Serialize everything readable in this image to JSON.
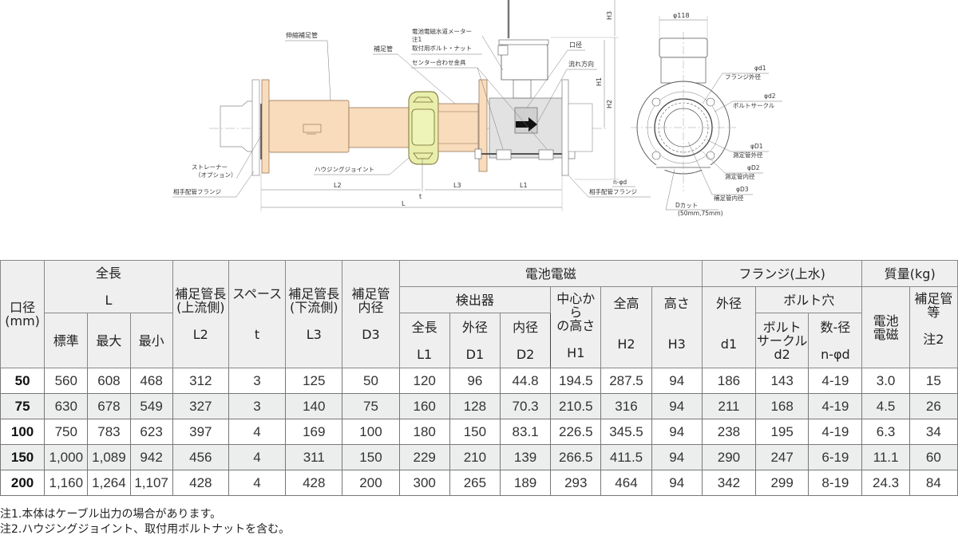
{
  "drawing": {
    "labels": {
      "expansion_pipe": "伸縮補足管",
      "supplement_pipe": "補足管",
      "meter": "電池電磁水道メーター",
      "note1": "注1",
      "bolt_nut": "取付用ボルト・ナット",
      "center_fitting": "センター合わせ金具",
      "bore": "口径",
      "flow_direction": "流れ方向",
      "strainer": "ストレーナー",
      "strainer_option": "（オプション）",
      "mating_flange_left": "相手配管フランジ",
      "housing_joint": "ハウジングジョイント",
      "mating_flange_right": "相手配管フランジ",
      "n_phi_d": "n-φd",
      "phi118": "φ118",
      "phi_d1": "φd1",
      "flange_od": "フランジ外径",
      "phi_d2": "φd2",
      "bolt_circle": "ボルトサークル",
      "phi_D1": "φD1",
      "meas_pipe_od": "測定管外径",
      "phi_D2": "φD2",
      "meas_pipe_id": "測定管内径",
      "phi_D3": "φD3",
      "supp_pipe_id": "補足管内径",
      "d_cut": "Dカット",
      "d_cut_sizes": "(50mm,75mm)"
    },
    "dimensions": {
      "L": "L",
      "L1": "L1",
      "L2": "L2",
      "L3": "L3",
      "t": "t",
      "H1": "H1",
      "H2": "H2",
      "H3": "H3"
    }
  },
  "table": {
    "headers": {
      "bore": "口径",
      "bore_unit": "(mm)",
      "total_length": "全長",
      "total_length_sym": "L",
      "std": "標準",
      "max": "最大",
      "min": "最小",
      "l2_title": "補足管長",
      "l2_sub": "(上流側)",
      "l2_sym": "L2",
      "space": "スペース",
      "space_sym": "t",
      "l3_title": "補足管長",
      "l3_sub": "(下流側)",
      "l3_sym": "L3",
      "d3_title": "補足管",
      "d3_sub": "内径",
      "d3_sym": "D3",
      "battery_em": "電池電磁",
      "detector": "検出器",
      "det_length": "全長",
      "det_length_sym": "L1",
      "det_od": "外径",
      "det_od_sym": "D1",
      "det_id": "内径",
      "det_id_sym": "D2",
      "h1_title": "中心から",
      "h1_sub": "の高さ",
      "h1_sym": "H1",
      "h2_title": "全高",
      "h2_sym": "H2",
      "h3_title": "高さ",
      "h3_sym": "H3",
      "flange": "フランジ(上水)",
      "flange_od": "外径",
      "flange_od_sym": "d1",
      "bolt_hole": "ボルト穴",
      "bolt_circle_a": "ボルト",
      "bolt_circle_b": "サークル",
      "bolt_circle_sym": "d2",
      "count_dia": "数-径",
      "count_dia_sym": "n-φd",
      "mass": "質量(kg)",
      "mass_meter_a": "電池",
      "mass_meter_b": "電磁",
      "mass_supp_a": "補足管",
      "mass_supp_b": "等",
      "mass_supp_note": "注2"
    },
    "rows": [
      {
        "bore": "50",
        "std": "560",
        "max": "608",
        "min": "468",
        "l2": "312",
        "t": "3",
        "l3": "125",
        "d3": "50",
        "l1": "120",
        "d1": "96",
        "d2": "44.8",
        "h1": "194.5",
        "h2": "287.5",
        "h3": "94",
        "fd1": "186",
        "fd2": "143",
        "nd": "4-19",
        "m_meter": "3.0",
        "m_supp": "15"
      },
      {
        "bore": "75",
        "std": "630",
        "max": "678",
        "min": "549",
        "l2": "327",
        "t": "3",
        "l3": "140",
        "d3": "75",
        "l1": "160",
        "d1": "128",
        "d2": "70.3",
        "h1": "210.5",
        "h2": "316",
        "h3": "94",
        "fd1": "211",
        "fd2": "168",
        "nd": "4-19",
        "m_meter": "4.5",
        "m_supp": "26"
      },
      {
        "bore": "100",
        "std": "750",
        "max": "783",
        "min": "623",
        "l2": "397",
        "t": "4",
        "l3": "169",
        "d3": "100",
        "l1": "180",
        "d1": "150",
        "d2": "83.1",
        "h1": "226.5",
        "h2": "345.5",
        "h3": "94",
        "fd1": "238",
        "fd2": "195",
        "nd": "4-19",
        "m_meter": "6.3",
        "m_supp": "34"
      },
      {
        "bore": "150",
        "std": "1,000",
        "max": "1,089",
        "min": "942",
        "l2": "456",
        "t": "4",
        "l3": "311",
        "d3": "150",
        "l1": "229",
        "d1": "210",
        "d2": "139",
        "h1": "266.5",
        "h2": "411.5",
        "h3": "94",
        "fd1": "290",
        "fd2": "247",
        "nd": "6-19",
        "m_meter": "11.1",
        "m_supp": "60"
      },
      {
        "bore": "200",
        "std": "1,160",
        "max": "1,264",
        "min": "1,107",
        "l2": "428",
        "t": "4",
        "l3": "428",
        "d3": "200",
        "l1": "300",
        "d1": "265",
        "d2": "189",
        "h1": "293",
        "h2": "464",
        "h3": "94",
        "fd1": "342",
        "fd2": "299",
        "nd": "8-19",
        "m_meter": "24.3",
        "m_supp": "84"
      }
    ]
  },
  "footnotes": [
    "注1.本体はケーブル出力の場合があります。",
    "注2.ハウジングジョイント、取付用ボルトナットを含む。"
  ],
  "colors": {
    "pipe_fill": "#f8dcbc",
    "joint_fill": "#e9eeaa",
    "detector_fill": "#e2e2e2",
    "header_bg": "#efefef",
    "alt_row_bg": "#eceeed"
  }
}
